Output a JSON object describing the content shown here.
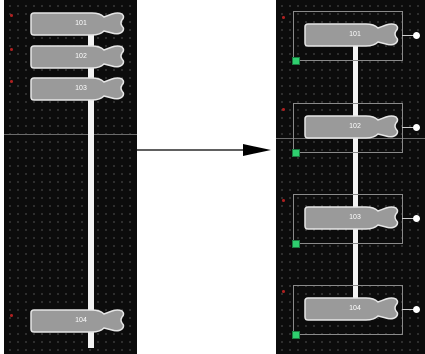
{
  "before": {
    "blocks": [
      {
        "label": "101"
      },
      {
        "label": "102"
      },
      {
        "label": "103"
      },
      {
        "label": "104"
      }
    ]
  },
  "after": {
    "blocks": [
      {
        "label": "101"
      },
      {
        "label": "102"
      },
      {
        "label": "103"
      },
      {
        "label": "104"
      }
    ]
  },
  "colors": {
    "panel_bg": "#0c0c0c",
    "block_fill": "#9a9a9a",
    "spine": "#f2f2f2",
    "frame": "#8a8a8a",
    "marker": "#2fcf6f",
    "sticker": "#b02020",
    "arrow": "#000000"
  },
  "icons": {
    "transition": "arrow-right-icon",
    "block_shape": "bottle-shape-icon",
    "connector": "pin-dot-icon",
    "marker": "green-square-icon",
    "sticker": "red-marker-icon"
  }
}
